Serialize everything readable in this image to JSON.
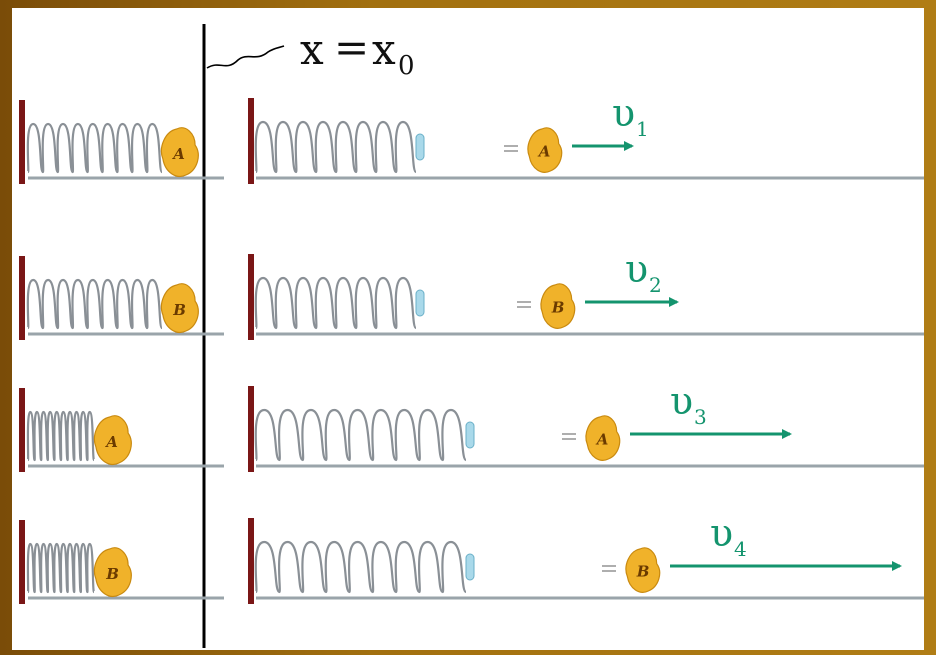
{
  "diagram": {
    "reference_label": {
      "lhs": "x",
      "eq": "=",
      "rhs": "x",
      "sub": "0"
    },
    "rows": [
      {
        "block": "A",
        "velocity_symbol": "υ",
        "velocity_sub": "1",
        "compression": "small",
        "speed_rank": 1
      },
      {
        "block": "B",
        "velocity_symbol": "υ",
        "velocity_sub": "2",
        "compression": "small",
        "speed_rank": 2
      },
      {
        "block": "A",
        "velocity_symbol": "υ",
        "velocity_sub": "3",
        "compression": "large",
        "speed_rank": 3
      },
      {
        "block": "B",
        "velocity_symbol": "υ",
        "velocity_sub": "4",
        "compression": "large",
        "speed_rank": 4
      }
    ],
    "colors": {
      "wall": "#7a1616",
      "floor": "#9aa4aa",
      "spring": "#8a9096",
      "block": "#f0b22a",
      "arrow": "#14946e",
      "border": "#a2700f"
    },
    "icons": [
      "wall-icon",
      "spring-icon",
      "block-icon",
      "velocity-arrow-icon",
      "squiggle-pointer-icon"
    ]
  }
}
